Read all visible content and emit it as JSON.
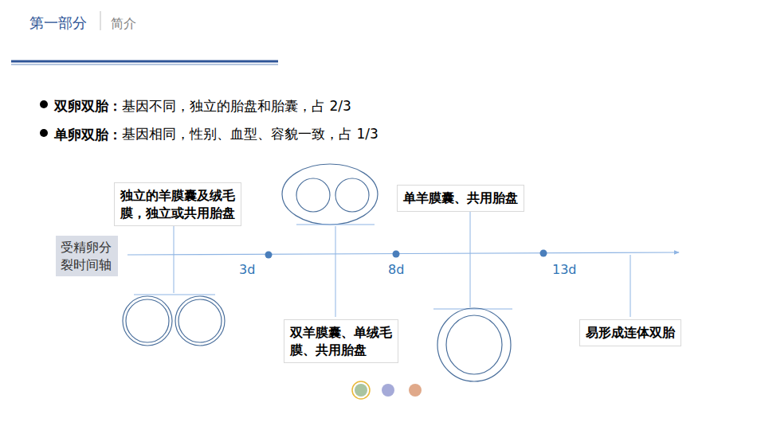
{
  "diagram": {
    "nodes": [
      {
        "text": [
          "受精卵分裂时间轴"
        ]
      },
      {
        "text": [
          "独立的羊膜囊及绒毛膜，独立或共用胎盘"
        ]
      },
      {
        "text": [
          "双羊膜囊、单绒毛膜、共用胎盘"
        ]
      },
      {
        "text": [
          "单羊膜囊、共用胎盘"
        ]
      },
      {
        "text": [
          "易形成连体双胎"
        ]
      }
    ],
    "labels": [
      "第一部分",
      "简介",
      "双卵双胎：",
      "基因不同，独立的胎盘和胎囊，占 2/3",
      "单卵双胎：",
      "基因相同，性别、血型、容貌一致，占 1/3",
      "3d",
      "8d",
      "13d"
    ]
  }
}
